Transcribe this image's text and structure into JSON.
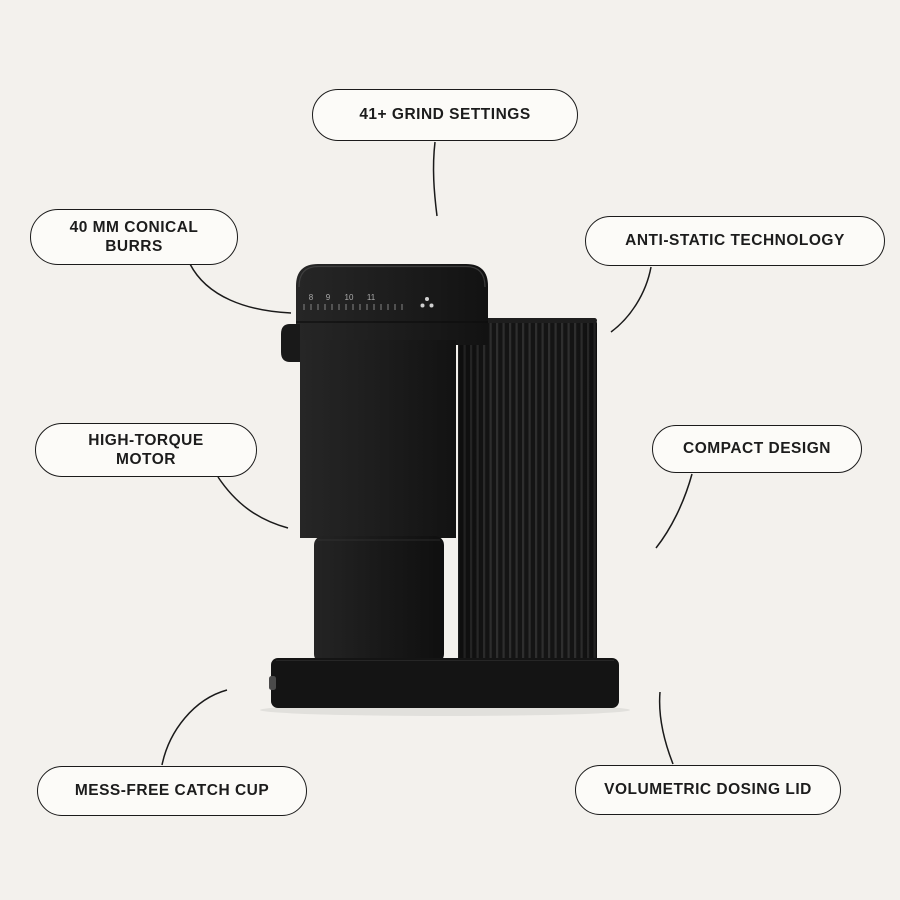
{
  "background_color": "#f3f1ed",
  "ink_color": "#1b1b1b",
  "pill_background": "#fcfbf8",
  "product_color": "#1a1a1a",
  "product": "black conical burr coffee grinder",
  "callouts": [
    {
      "id": "grind-settings",
      "label": "41+ GRIND SETTINGS"
    },
    {
      "id": "conical-burrs",
      "label": "40 MM CONICAL BURRS"
    },
    {
      "id": "anti-static",
      "label": "ANTI-STATIC TECHNOLOGY"
    },
    {
      "id": "high-torque-motor",
      "label": "HIGH-TORQUE MOTOR"
    },
    {
      "id": "compact-design",
      "label": "COMPACT DESIGN"
    },
    {
      "id": "mess-free-catch-cup",
      "label": "MESS-FREE CATCH CUP"
    },
    {
      "id": "volumetric-dosing-lid",
      "label": "VOLUMETRIC DOSING LID"
    }
  ],
  "dial": {
    "numbers": [
      "8",
      "9",
      "10",
      "11"
    ]
  },
  "icons": {
    "brand_mark": "three-dot-brand-logo"
  }
}
